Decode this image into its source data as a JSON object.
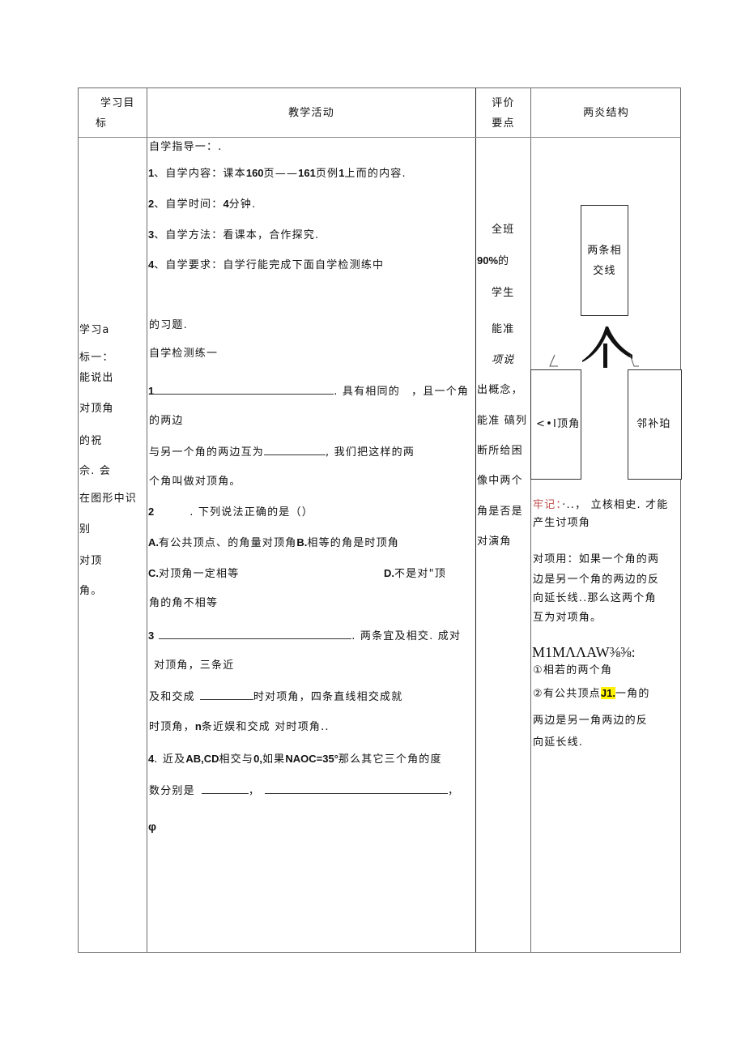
{
  "header": {
    "col1": [
      "学习目",
      "标"
    ],
    "col2": "教学活动",
    "col3": [
      "评价",
      "要点"
    ],
    "col4": "两炎结构"
  },
  "objective": {
    "lines": [
      "学习a",
      "标一：",
      "能说出",
      "对顶角",
      "的祝",
      "佘. 会",
      "在图形中识",
      "别",
      "对顶",
      "角。"
    ]
  },
  "activity": {
    "guide_title": "自学指导一：.",
    "items": [
      {
        "num": "1",
        "label": "、自学内容：课本",
        "p1": "160",
        "mid": "页——",
        "p2": "161",
        "tail1": "页例",
        "ex": "1",
        "tail2": "上而的内容."
      },
      {
        "num": "2",
        "label": "、自学时间：",
        "val": "4",
        "tail": "分钟."
      },
      {
        "num": "3",
        "label": "、自学方法：看课本，合作探究."
      },
      {
        "num": "4",
        "label": "、自学要求：自学行能完成下面自学检测练中"
      }
    ],
    "cont": "的习题.",
    "test_title": "自学检测练一",
    "q1": {
      "num": "1",
      "after": ". 具有相同的　，且一个角",
      "line2": "的两边",
      "line3a": "与另一个角的两边互为",
      "line3b": ", 我们把这样的两",
      "line4": "个角叫做对顶角。"
    },
    "q2": {
      "num": "2",
      "text": ". 下列说法正确的是（）",
      "optA_letter": "A.",
      "optA": "有公共顶点、的角量对顶角",
      "optB_letter": "B.",
      "optB": "相等的角是时顶角",
      "optC_letter": "C.",
      "optC": "对顶角一定相等",
      "optD_letter": "D.",
      "optD": "不是对\"顶",
      "optD_cont": "角的角不相等"
    },
    "q3": {
      "num": "3",
      "after": ". 两条宜及相交. 成对",
      "line2": "对顶角，三条近",
      "line3a": "及和交成",
      "line3b": "时对项角，四条直线相交成就",
      "line4a": "时顶角，",
      "n": "n",
      "line4b": "条近娱和交成 对时项角.."
    },
    "q4": {
      "num": "4",
      "text1": ". 近及",
      "ab": "AB,CD",
      "text2": "相交与",
      "o": "0,",
      "text3": "如果",
      "angle": "NAOC=35°",
      "text4": "那么其它三个角的度",
      "line2": "数分别是",
      "comma": "，"
    },
    "phi": "φ"
  },
  "evaluation": {
    "lines": [
      "全班",
      "90%",
      "的",
      "学生",
      "能准",
      "项说",
      "出概念，",
      "能准 碻列",
      "断所给困",
      "像中两个",
      "角是否是",
      "对演角"
    ]
  },
  "structure": {
    "top_box": [
      "两条相",
      "交线"
    ],
    "arrow_glyph": "个",
    "left_box": "<•I顶角",
    "right_box": "邻补珀",
    "note_red": "牢记：",
    "note_rest": "·..， 立核相史. 才能",
    "note_line2": "产生讨项角",
    "def": [
      "对项用：如果一个角的两",
      "边是另一个角的两边的反",
      "向延长线..那么这两个角",
      "互为对项角。"
    ],
    "garbled": "M1MΛΛAW⅜⅜:",
    "f1": "①相若的两个角",
    "f2a": "②有公共顶点",
    "f2hl": "J1.",
    "f2b": "一角的",
    "f3": "两边是另一角两边的反",
    "f4": "向延长线."
  }
}
